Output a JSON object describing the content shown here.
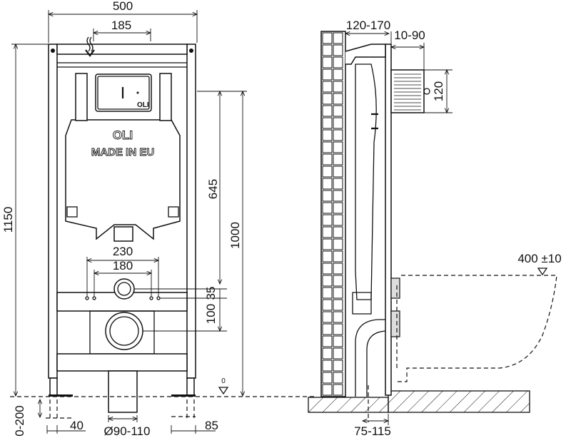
{
  "front_view": {
    "brand_small": "OLI",
    "brand_large": "OLI",
    "made_in": "MADE IN EU",
    "dims": {
      "width": "500",
      "inlet_offset": "185",
      "height_total": "1150",
      "height_645": "645",
      "height_1000": "1000",
      "bolt_spacing_outer": "230",
      "bolt_spacing_inner": "180",
      "offset_35": "35",
      "offset_100": "100",
      "leg_adjust": "0-200",
      "leg_width": "40",
      "drain_diameter": "Ø90-110",
      "foot_width": "85",
      "floor_level": "0"
    }
  },
  "side_view": {
    "dims": {
      "wall_offset": "120-170",
      "inlet_depth": "10-90",
      "inlet_height": "120",
      "bowl_height": "400 ±10",
      "drain_offset": "75-115"
    }
  }
}
